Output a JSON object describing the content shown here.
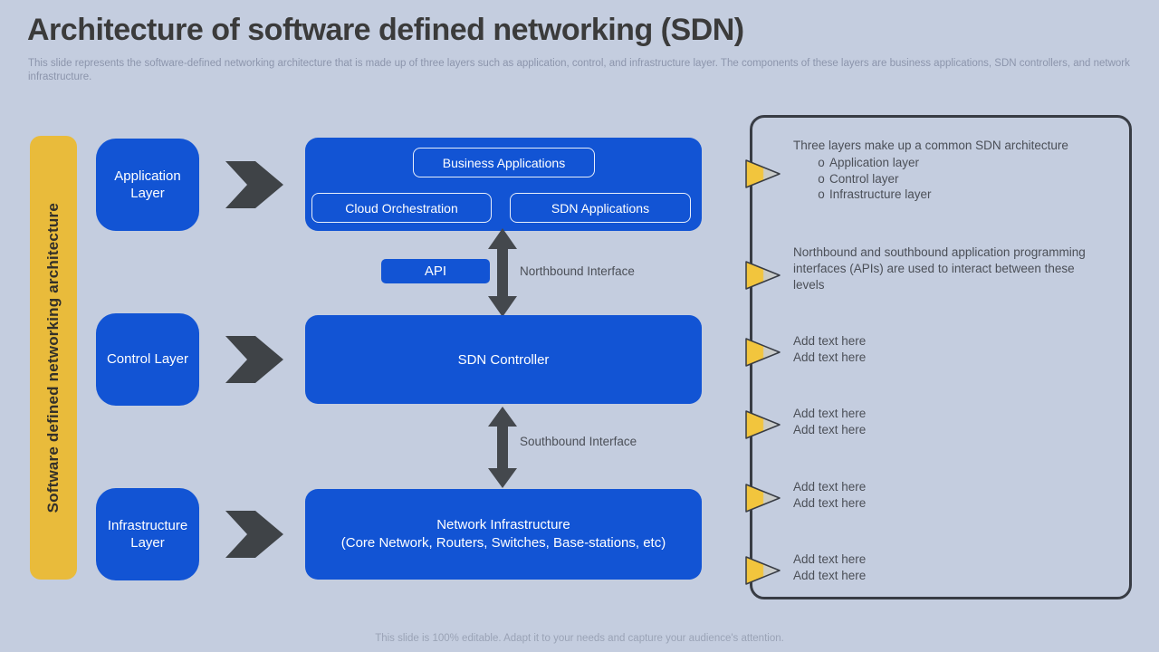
{
  "title": "Architecture of software defined networking (SDN)",
  "subtitle": "This slide represents the software-defined networking architecture that is made up of three layers such as application, control, and infrastructure layer. The components of these layers are business applications, SDN controllers, and network infrastructure.",
  "footer": "This slide is 100% editable. Adapt it to your needs and capture your audience's attention.",
  "banner": "Software defined networking architecture",
  "colors": {
    "background": "#c4cddf",
    "primary_blue": "#1254d4",
    "accent_yellow": "#e9bb3b",
    "arrow_dark": "#3f4347",
    "panel_border": "#383c44",
    "bullet_yellow": "#f2c53d",
    "text_dark": "#4b4f57"
  },
  "diagram": {
    "layers": [
      {
        "label": "Application Layer"
      },
      {
        "label": "Control Layer"
      },
      {
        "label": "Infrastructure Layer"
      }
    ],
    "application_group": {
      "business_applications": "Business Applications",
      "cloud_orchestration": "Cloud Orchestration",
      "sdn_applications": "SDN Applications"
    },
    "api_label": "API",
    "northbound_label": "Northbound Interface",
    "sdn_controller": "SDN Controller",
    "southbound_label": "Southbound Interface",
    "network_infrastructure_line1": "Network Infrastructure",
    "network_infrastructure_line2": "(Core Network, Routers, Switches, Base-stations, etc)"
  },
  "notes_panel": {
    "sub_bullet_marker": "o",
    "bullet1": {
      "text": "Three layers make up a common SDN architecture",
      "sub_items": [
        "Application layer",
        "Control layer",
        "Infrastructure layer"
      ]
    },
    "bullet2": "Northbound and southbound application programming interfaces (APIs) are used to interact between these levels",
    "placeholders": [
      {
        "line1": "Add text here",
        "line2": "Add text here"
      },
      {
        "line1": "Add text here",
        "line2": "Add text here"
      },
      {
        "line1": "Add text here",
        "line2": "Add text here"
      },
      {
        "line1": "Add text here",
        "line2": "Add text here"
      }
    ]
  }
}
